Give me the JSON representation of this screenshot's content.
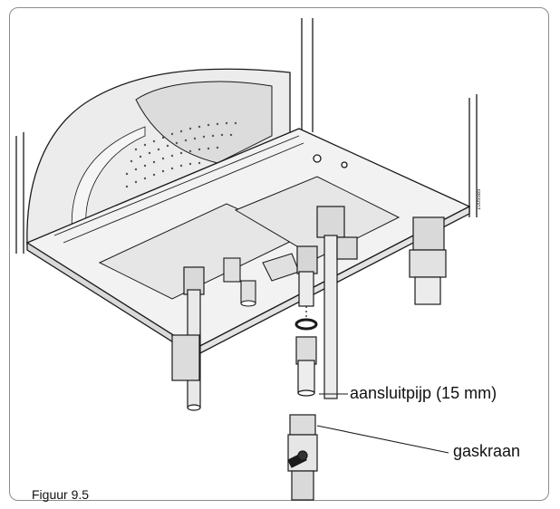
{
  "figure": {
    "caption": "Figuur 9.5",
    "labels": {
      "pipe": "aansluitpijp (15 mm)",
      "valve": "gaskraan"
    },
    "doc_code": "1005585"
  },
  "colors": {
    "line": "#1a1a1a",
    "shade": "#d9d9d9",
    "light": "#eeeeee",
    "frame": "#8c8c8c"
  }
}
